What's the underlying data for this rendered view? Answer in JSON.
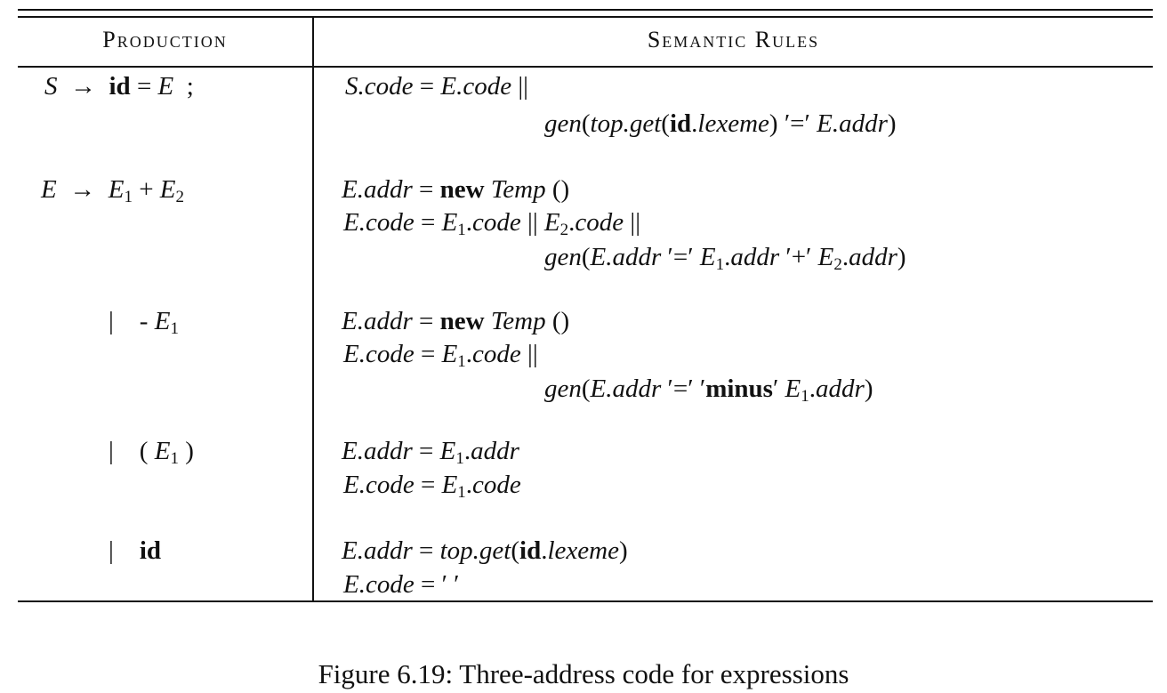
{
  "header": {
    "production": "Production",
    "semantic_rules": "Semantic Rules"
  },
  "rows": [
    {
      "lhs": "S",
      "arrow": "→",
      "rhs": "id = E ;",
      "rules": [
        "S.code = E.code ||",
        "gen(top.get(id.lexeme) ′=′ E.addr)"
      ]
    },
    {
      "lhs": "E",
      "arrow": "→",
      "rhs": "E1 + E2",
      "rules": [
        "E.addr = new Temp ()",
        "E.code = E1.code || E2.code ||",
        "gen(E.addr ′=′ E1.addr ′+′ E2.addr)"
      ]
    },
    {
      "bar": "|",
      "rhs": "- E1",
      "rules": [
        "E.addr = new Temp ()",
        "E.code = E1.code ||",
        "gen(E.addr ′=′ ′minus′ E1.addr)"
      ]
    },
    {
      "bar": "|",
      "rhs": "( E1 )",
      "rules": [
        "E.addr = E1.addr",
        "E.code = E1.code"
      ]
    },
    {
      "bar": "|",
      "rhs": "id",
      "rules": [
        "E.addr = top.get(id.lexeme)",
        "E.code = ′ ′"
      ]
    }
  ],
  "caption": "Figure 6.19: Three-address code for expressions"
}
